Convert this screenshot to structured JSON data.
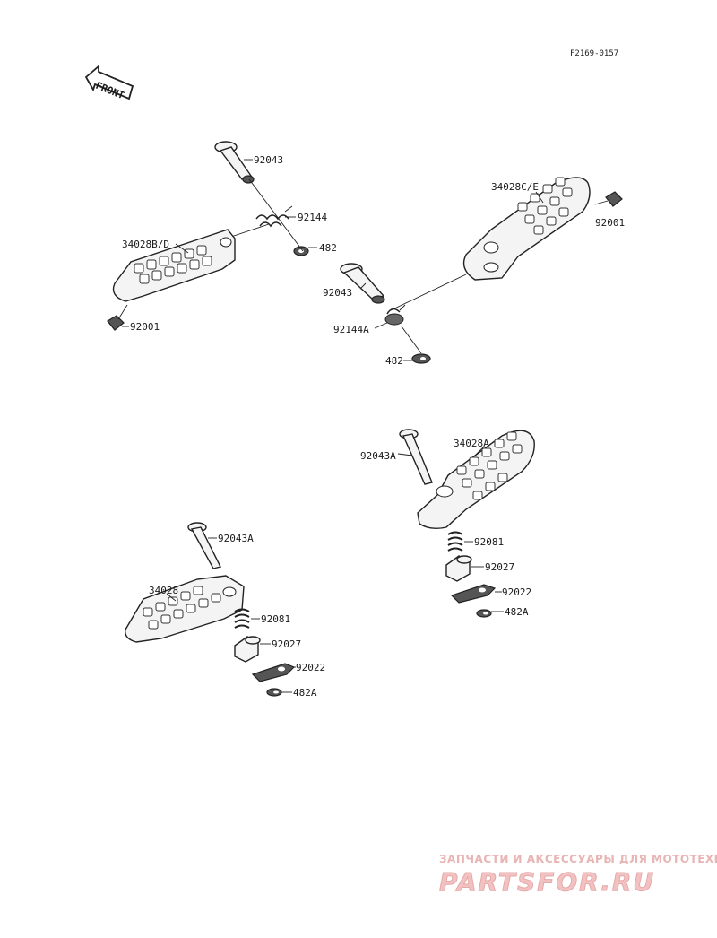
{
  "diagram_code": "F2169-0157",
  "front_arrow_label": "FRONT",
  "labels": {
    "pin_92043_top": "92043",
    "spring_92144": "92144",
    "clip_482_top": "482",
    "peg_34028BD": "34028B/D",
    "bolt_92001_left": "92001",
    "peg_34028CE": "34028C/E",
    "bolt_92001_right": "92001",
    "pin_92043_mid": "92043",
    "spring_92144A": "92144A",
    "clip_482_mid": "482",
    "pin_92043A_right": "92043A",
    "peg_34028A": "34028A",
    "spring_92081_right": "92081",
    "detent_92027_right": "92027",
    "plate_92022_right": "92022",
    "clip_482A_right": "482A",
    "pin_92043A_left": "92043A",
    "peg_34028": "34028",
    "spring_92081_left": "92081",
    "detent_92027_left": "92027",
    "plate_92022_left": "92022",
    "clip_482A_left": "482A"
  },
  "watermark": {
    "line1": "ЗАПЧАСТИ И АКСЕССУАРЫ ДЛЯ МОТОТЕХНИКИ",
    "line2": "PARTSFOR.RU"
  }
}
